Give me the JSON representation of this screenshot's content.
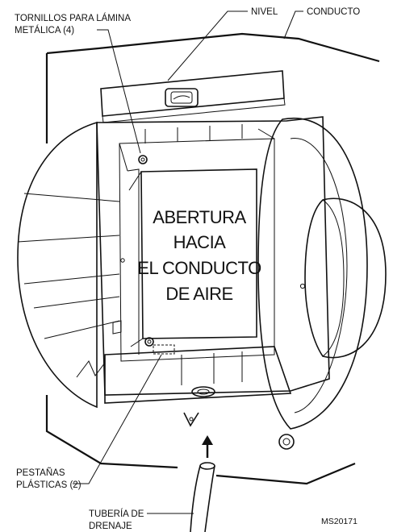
{
  "labels": {
    "sheet_metal_screws_line1": "TORNILLOS PARA LÁMINA",
    "sheet_metal_screws_line2": "METÁLICA (4)",
    "level": "NIVEL",
    "duct": "CONDUCTO",
    "plastic_tabs_line1": "PESTAÑAS",
    "plastic_tabs_line2": "PLÁSTICAS (2)",
    "drain_pipe_line1": "TUBERÍA DE",
    "drain_pipe_line2": "DRENAJE",
    "figure_code": "MS20171"
  },
  "opening_text": [
    "ABERTURA",
    "HACIA",
    "EL CONDUCTO",
    "DE AIRE"
  ]
}
